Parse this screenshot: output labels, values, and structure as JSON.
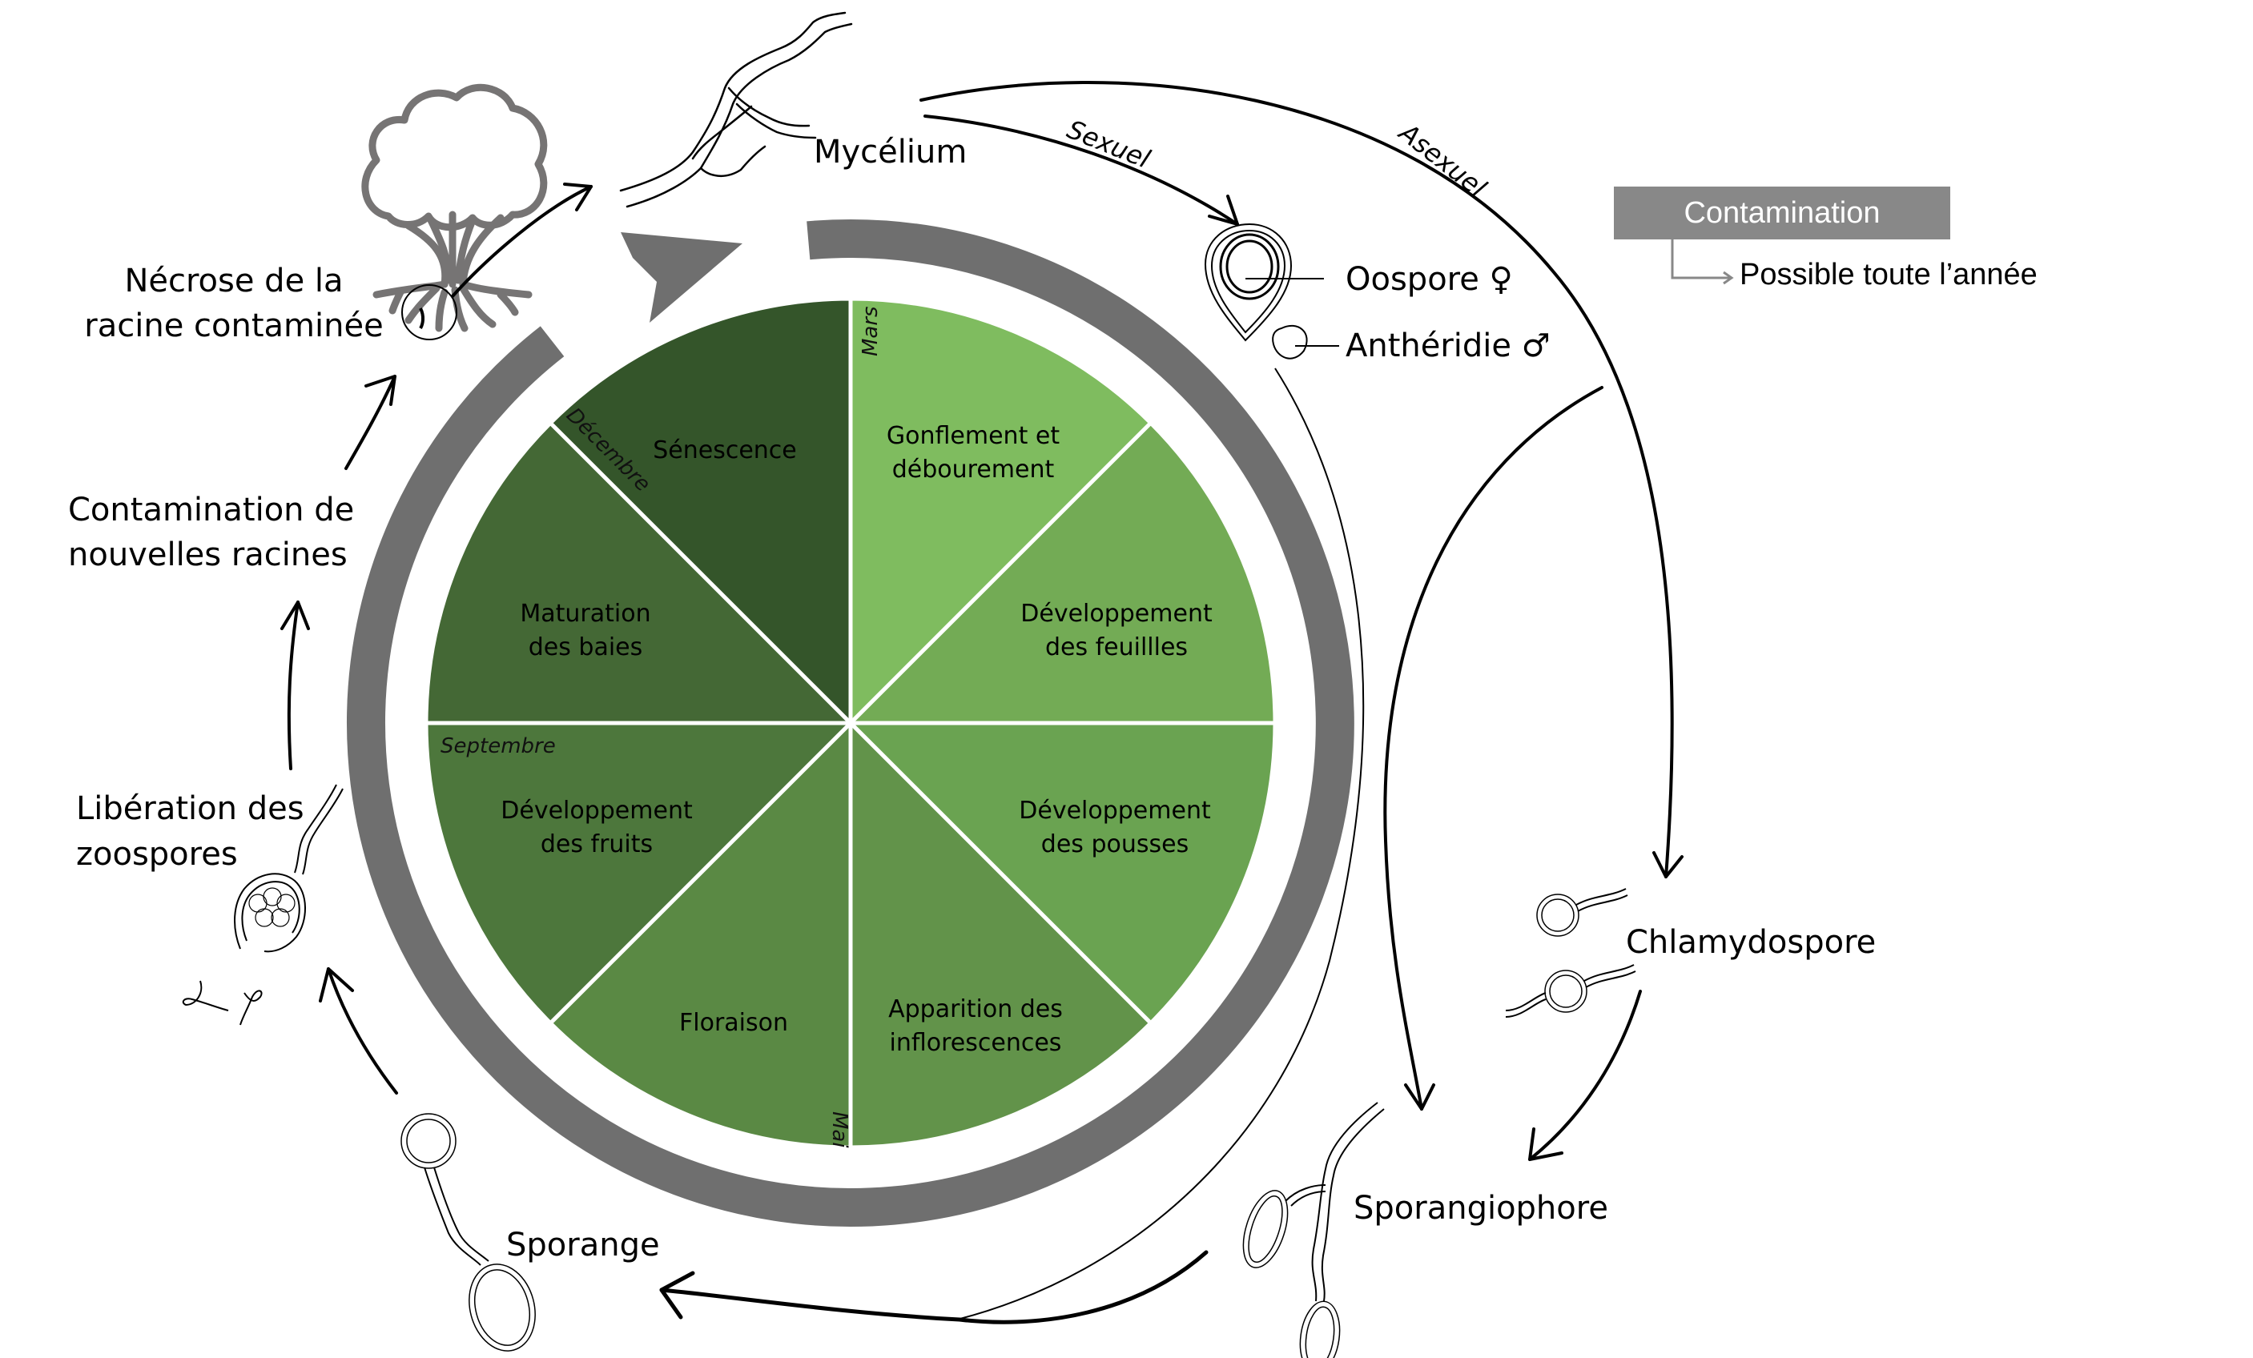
{
  "diagram": {
    "title": "Cycle de vie et cycle végétatif",
    "center_pie": {
      "segments": [
        {
          "label_line1": "Gonflement et",
          "label_line2": "débourement",
          "color": "#7fbc5f"
        },
        {
          "label_line1": "Développement",
          "label_line2": "des feuillles",
          "color": "#73ab55"
        },
        {
          "label_line1": "Développement",
          "label_line2": "des pousses",
          "color": "#6aa351"
        },
        {
          "label_line1": "Apparition des",
          "label_line2": "inflorescences",
          "color": "#62934a"
        },
        {
          "label_line1": "Floraison",
          "label_line2": "",
          "color": "#5a8944"
        },
        {
          "label_line1": "Développement",
          "label_line2": "des fruits",
          "color": "#4d773c"
        },
        {
          "label_line1": "Maturation",
          "label_line2": "des baies",
          "color": "#446835"
        },
        {
          "label_line1": "Sénescence",
          "label_line2": "",
          "color": "#34552a"
        }
      ],
      "months": {
        "mars": "Mars",
        "mai": "Mai",
        "septembre": "Septembre",
        "decembre": "Décembre"
      }
    },
    "cycle_ring_color": "#6f6f6f",
    "stages": {
      "mycelium": "Mycélium",
      "oospore": "Oospore ♀",
      "antheridie": "Anthéridie ♂",
      "chlamydospore": "Chlamydospore",
      "sporangiophore": "Sporangiophore",
      "sporange": "Sporange",
      "liberation_line1": "Libération des",
      "liberation_line2": "zoospores",
      "contamination_line1": "Contamination de",
      "contamination_line2": "nouvelles racines",
      "necrose_line1": "Nécrose de la",
      "necrose_line2": "racine contaminée"
    },
    "pathways": {
      "sexual": "Sexuel",
      "asexual": "Asexuel"
    },
    "legend": {
      "box_label": "Contamination",
      "note": "Possible toute l’année",
      "box_color": "#888888"
    }
  }
}
